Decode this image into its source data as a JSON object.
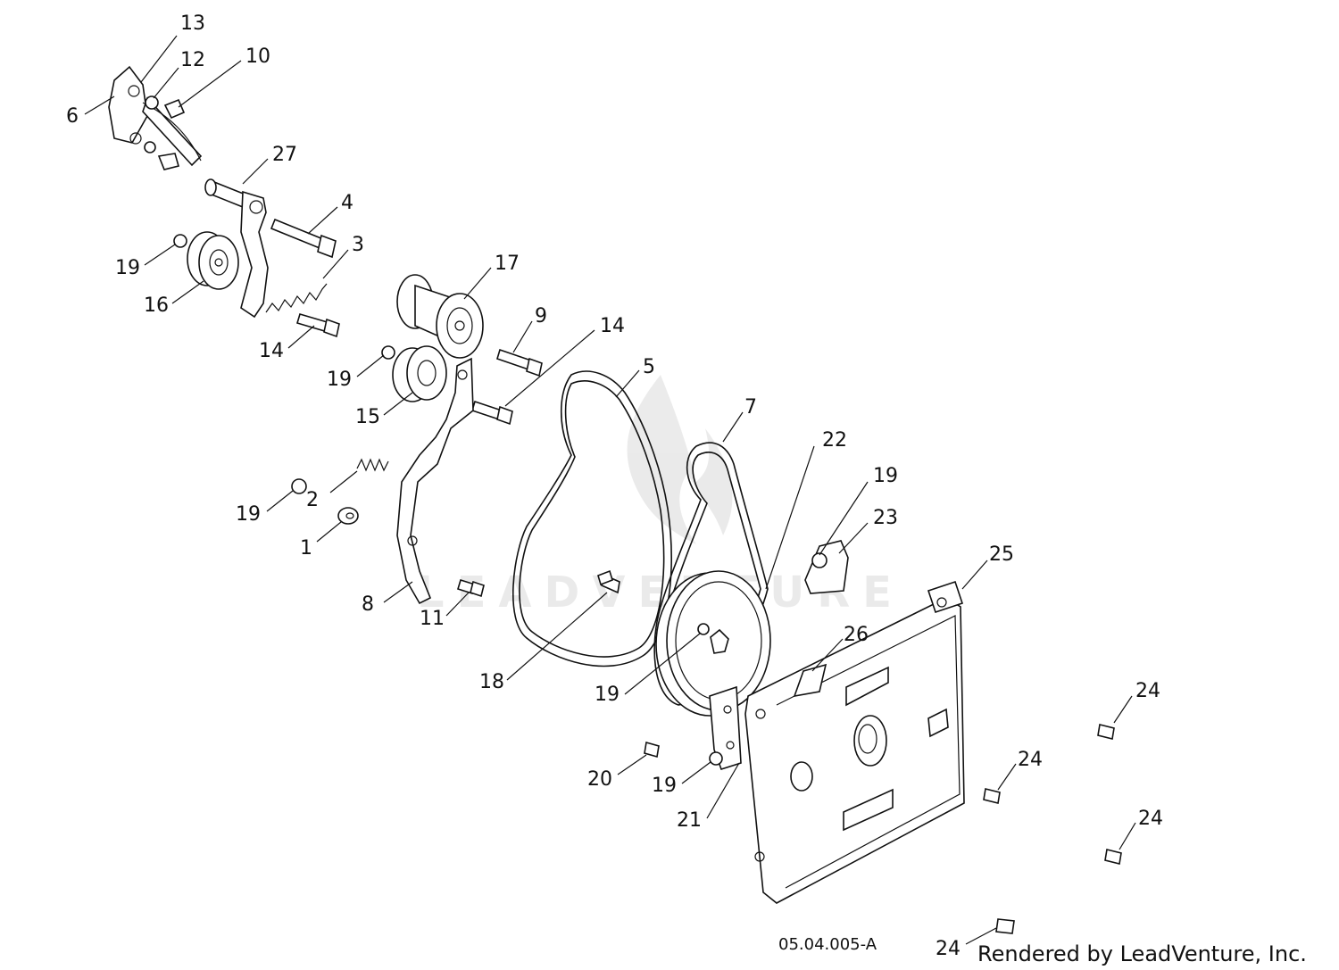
{
  "diagram": {
    "drawing_number": "05.04.005-A",
    "credit": "Rendered by LeadVenture, Inc.",
    "watermark_icon": "flame-icon",
    "watermark_text": "LEADVENTURE",
    "callouts": [
      "13",
      "12",
      "10",
      "6",
      "27",
      "4",
      "3",
      "19",
      "16",
      "14",
      "17",
      "9",
      "14",
      "5",
      "19",
      "15",
      "7",
      "22",
      "19",
      "23",
      "2",
      "19",
      "1",
      "25",
      "8",
      "11",
      "26",
      "18",
      "19",
      "24",
      "20",
      "19",
      "24",
      "21",
      "24",
      "24"
    ]
  }
}
